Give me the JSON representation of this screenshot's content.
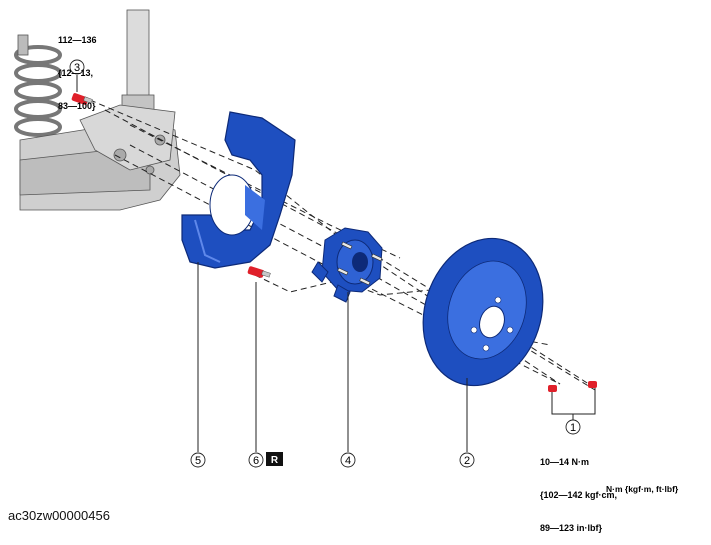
{
  "callouts": {
    "c1": "1",
    "c2": "2",
    "c3": "3",
    "c4": "4",
    "c5": "5",
    "c6": "6",
    "replace_badge": "R"
  },
  "torque": {
    "part3": {
      "l1": "112—136",
      "l2": "{12—13,",
      "l3": "83—100}"
    },
    "part1": {
      "l1": "10—14 N·m",
      "l2": "{102—142 kgf·cm,",
      "l3": "89—123 in·lbf}"
    }
  },
  "units_legend": "N·m {kgf·m, ft·lbf}",
  "figure_id": "ac30zw00000456",
  "colors": {
    "part_blue": "#1e4fc0",
    "part_dark": "#0d2a78",
    "bolt_red": "#e0202a",
    "frame_gray": "#c9c9c9"
  }
}
